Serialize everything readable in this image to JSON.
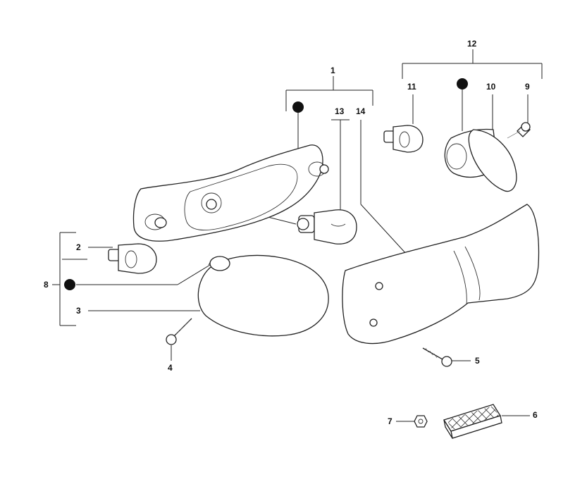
{
  "callouts": {
    "c1": "1",
    "c2": "2",
    "c3": "3",
    "c4": "4",
    "c5": "5",
    "c6": "6",
    "c7": "7",
    "c8": "8",
    "c9": "9",
    "c10": "10",
    "c11": "11",
    "c12": "12",
    "c13": "13",
    "c14": "14"
  },
  "colors": {
    "line": "#222222",
    "marker": "#111111",
    "background": "#ffffff"
  }
}
